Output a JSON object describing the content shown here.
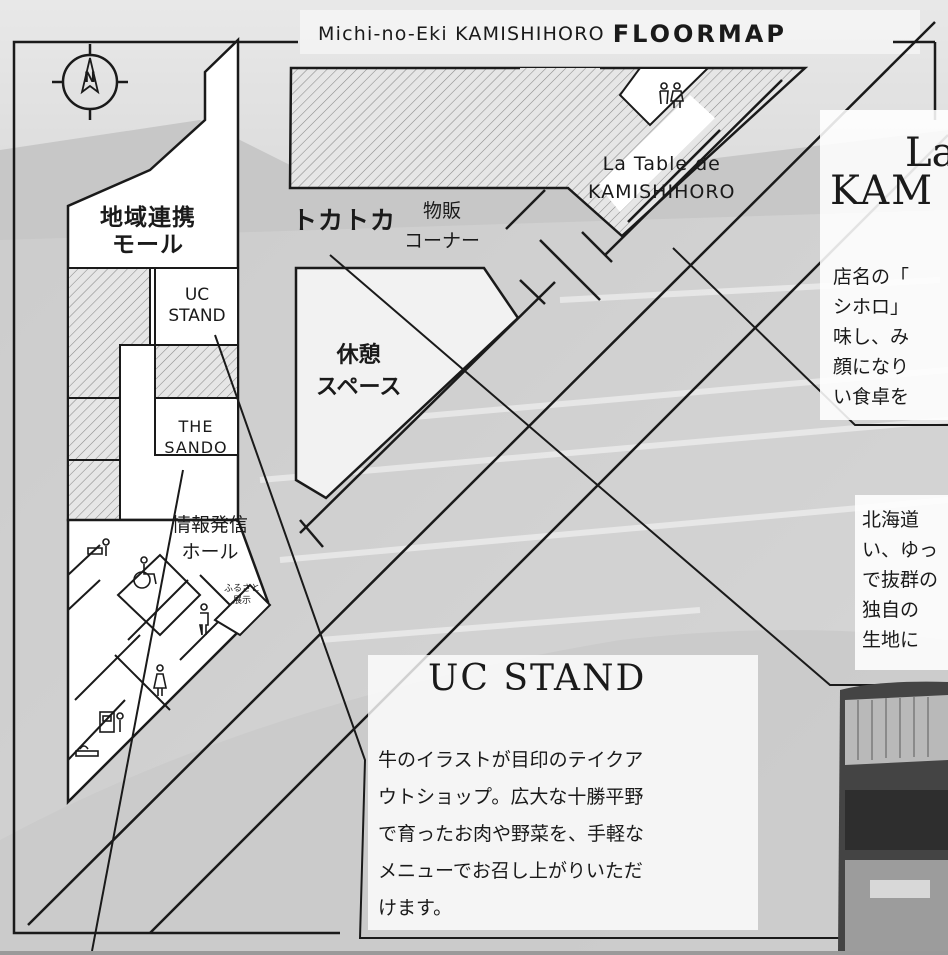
{
  "map": {
    "title_prefix": "Michi-no-Eki KAMISHIHORO",
    "title_main": "FLOORMAP",
    "compass_label": "N",
    "areas": {
      "chiiki_line1": "地域連携",
      "chiiki_line2": "モール",
      "uc_stand_line1": "UC",
      "uc_stand_line2": "STAND",
      "the_sando_line1": "THE",
      "the_sando_line2": "SANDO",
      "joho_line1": "情報発信",
      "joho_line2": "ホール",
      "furusato_line1": "ふるさと",
      "furusato_line2": "展示",
      "tokatoka": "トカトカ",
      "buppan_line1": "物販",
      "buppan_line2": "コーナー",
      "kyukei_line1": "休憩",
      "kyukei_line2": "スペース",
      "latable_line1": "La Table de",
      "latable_line2": "KAMISHIHORO"
    },
    "facility_icons": [
      "toilet-icon",
      "baby-care-icon",
      "wheelchair-toilet-icon",
      "male-toilet-icon",
      "female-toilet-icon",
      "atm-icon",
      "smoking-icon"
    ]
  },
  "panels": {
    "latable_heading_line1": "La",
    "latable_heading_line2": "KAM",
    "latable_text": [
      "店名の「",
      "シホロ」",
      "味し、み",
      "顔になり",
      "い食卓を"
    ],
    "tokatoka_text": [
      "北海道",
      "い、ゆっ",
      "で抜群の",
      "独自の",
      "生地に"
    ],
    "uc_heading": "UC STAND",
    "uc_text": [
      "牛のイラストが目印のテイクア",
      "ウトショップ。広大な十勝平野",
      "で育ったお肉や野菜を、手軽な",
      "メニューでお召し上がりいただ",
      "けます。"
    ]
  },
  "colors": {
    "ink": "#1a1a1a",
    "panel": "#ffffff"
  }
}
